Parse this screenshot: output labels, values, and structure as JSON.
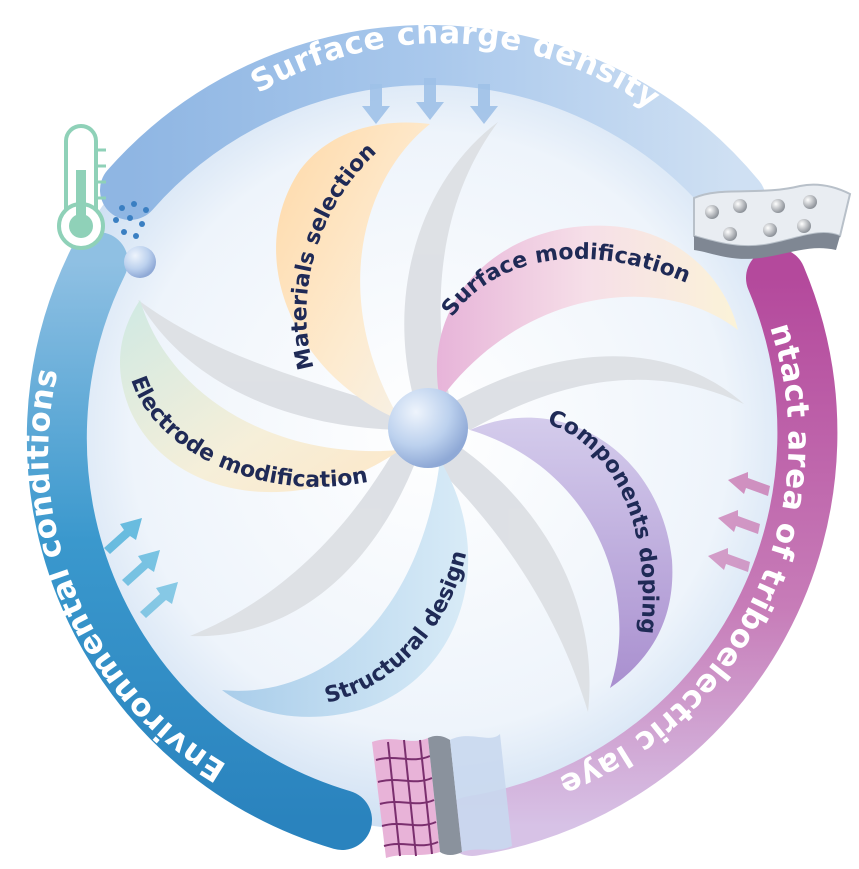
{
  "outer_ring": {
    "top": "Surface charge density",
    "right": "Contact area of triboelectric layers",
    "left": "Environmental conditions"
  },
  "blades": [
    {
      "label": "Materials selection"
    },
    {
      "label": "Surface modification"
    },
    {
      "label": "Components doping"
    },
    {
      "label": "Structural design"
    },
    {
      "label": "Electrode modification"
    }
  ],
  "icons": {
    "top_left": "thermometer-icon",
    "top_right": "charged-film-icon",
    "bottom": "textile-layers-icon"
  },
  "colors": {
    "top_band": "#9ebfe6",
    "right_band": "#b85aa8",
    "left_band": "#2f8fc5",
    "blade_text": "#1f2a56",
    "hub": "#b3c9ea",
    "blue_arrows": "#5bb6dc",
    "pink_arrows": "#c978b2"
  }
}
